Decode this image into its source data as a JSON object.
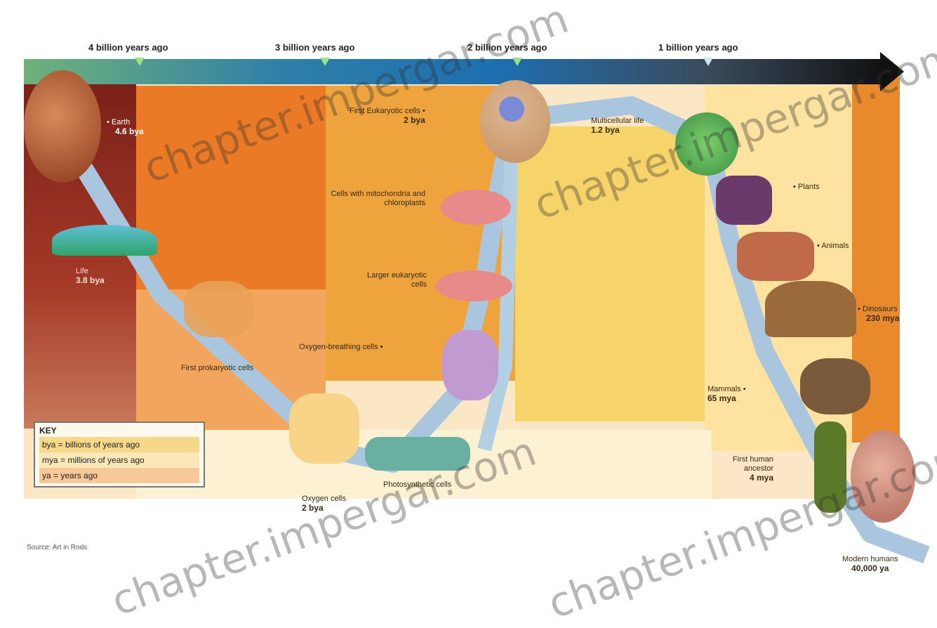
{
  "timeline": {
    "ticks": [
      "4 billion years ago",
      "3 billion years ago",
      "2 billion years ago",
      "1 billion years ago"
    ]
  },
  "events": {
    "earth": {
      "label": "Earth",
      "date": "4.6 bya"
    },
    "life": {
      "label": "Life",
      "date": "3.8 bya"
    },
    "first_prokaryotes": {
      "label": "First prokaryotic cells"
    },
    "photosynthetic": {
      "label": "Photosynthetic cells"
    },
    "oxygen": {
      "label": "Oxygen cells",
      "date": "2 bya"
    },
    "oxygen_breathing": {
      "label": "Oxygen-breathing cells"
    },
    "larger_cells": {
      "label": "Larger eukaryotic cells"
    },
    "mitochondria": {
      "label": "Cells with mitochondria and chloroplasts"
    },
    "eukaryotes": {
      "label": "First Eukaryotic cells",
      "date": "2 bya"
    },
    "multicellular": {
      "label": "Multicellular life",
      "date": "1.2 bya"
    },
    "plants": {
      "label": "Plants"
    },
    "animals": {
      "label": "Animals"
    },
    "dinosaurs": {
      "label": "Dinosaurs",
      "date": "230 mya"
    },
    "mammals": {
      "label": "Mammals",
      "date": "65 mya"
    },
    "first_human": {
      "label": "First human ancestor",
      "date": "4 mya"
    },
    "modern_humans": {
      "label": "Modern humans",
      "date": "40,000 ya"
    }
  },
  "key": {
    "title": "KEY",
    "rows": [
      "bya = billions of years ago",
      "mya = millions of years ago",
      "ya = years ago"
    ]
  },
  "source": "Source: Art in Rods",
  "watermarks": [
    "chapter.impergar.com",
    "chapter.impergar.com",
    "chapter.impergar.com",
    "chapter.impergar.com"
  ],
  "colors": {
    "band_dark": "#7a2018",
    "band_orange": "#ea7a26",
    "band_amber": "#f0a640",
    "band_yellow": "#f5d268",
    "band_pale": "#fbe9a8",
    "path": "#a8c4dc",
    "arrow": "#1d6fb0"
  }
}
